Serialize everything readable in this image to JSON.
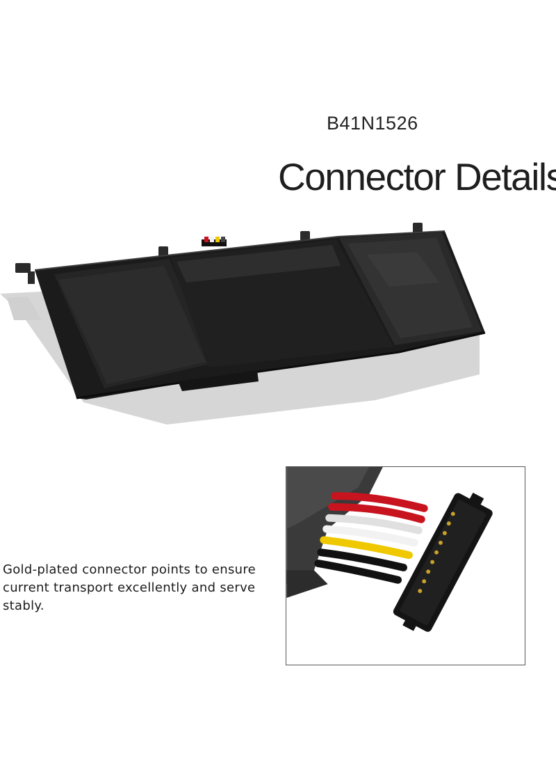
{
  "model_number": "B41N1526",
  "title": "Connector Details",
  "description": "Gold-plated connector points to ensure current transport excellently and serve stably.",
  "colors": {
    "battery_body": "#1b1b1b",
    "shadow": "#d4d4d4",
    "wire_red": "#c8141e",
    "wire_white": "#f2f2f2",
    "wire_yellow": "#f0c800",
    "wire_black": "#111111",
    "gold_pin": "#c9a22a"
  }
}
